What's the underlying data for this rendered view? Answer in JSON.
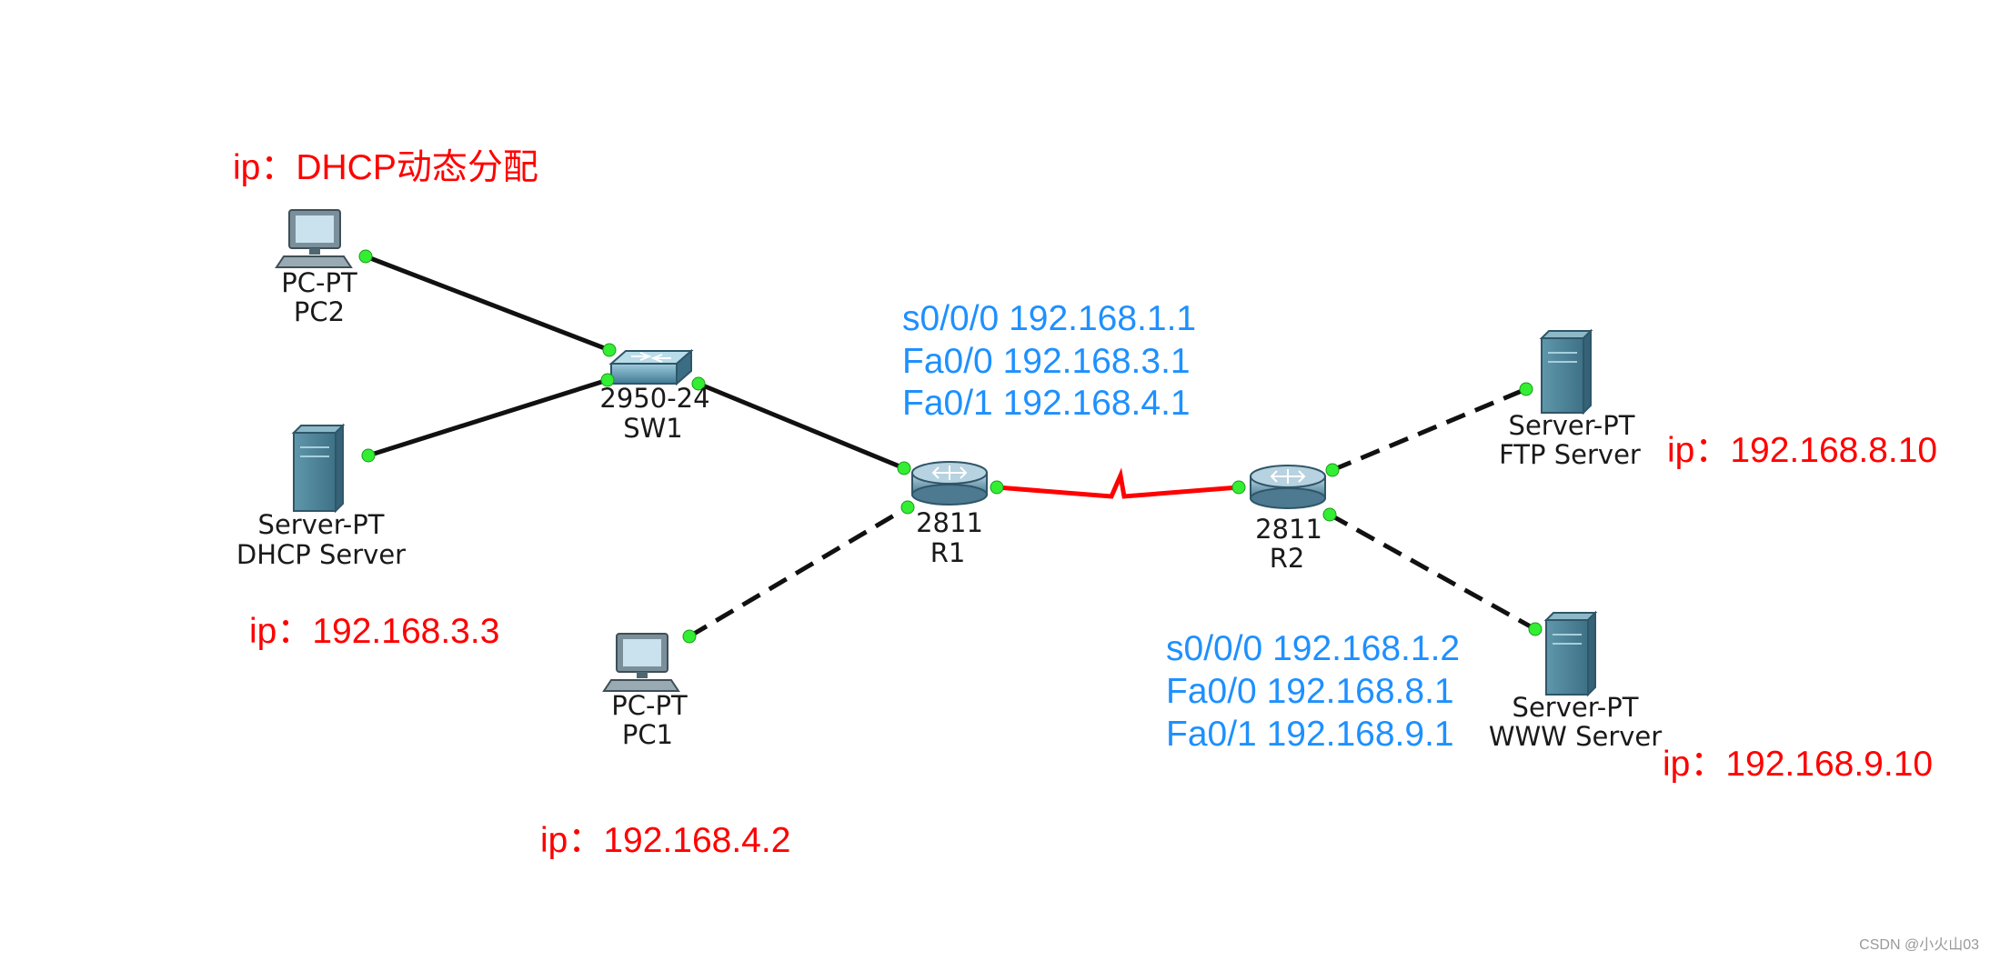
{
  "devices": {
    "pc2": {
      "type": "PC-PT",
      "name": "PC2"
    },
    "dhcp_server": {
      "type": "Server-PT",
      "name": "DHCP Server"
    },
    "sw1": {
      "type": "2950-24",
      "name": "SW1"
    },
    "pc1": {
      "type": "PC-PT",
      "name": "PC1"
    },
    "r1": {
      "type": "2811",
      "name": "R1"
    },
    "r2": {
      "type": "2811",
      "name": "R2"
    },
    "ftp_server": {
      "type": "Server-PT",
      "name": "FTP Server"
    },
    "www_server": {
      "type": "Server-PT",
      "name": "WWW Server"
    }
  },
  "annotations": {
    "pc2_ip": "ip：DHCP动态分配",
    "dhcp_ip": "ip：192.168.3.3",
    "pc1_ip": "ip：192.168.4.2",
    "ftp_ip": "ip：192.168.8.10",
    "www_ip": "ip：192.168.9.10",
    "r1_config": [
      "s0/0/0 192.168.1.1",
      "Fa0/0 192.168.3.1",
      "Fa0/1 192.168.4.1"
    ],
    "r2_config": [
      "s0/0/0 192.168.1.2",
      "Fa0/0 192.168.8.1",
      "Fa0/1 192.168.9.1"
    ]
  },
  "watermark": "CSDN @小火山03",
  "colors": {
    "annotation_red": "#ff0000",
    "annotation_blue": "#1e90ff",
    "link": "#111111",
    "serial_link": "#ff0000",
    "port_up": "#33ee33"
  }
}
